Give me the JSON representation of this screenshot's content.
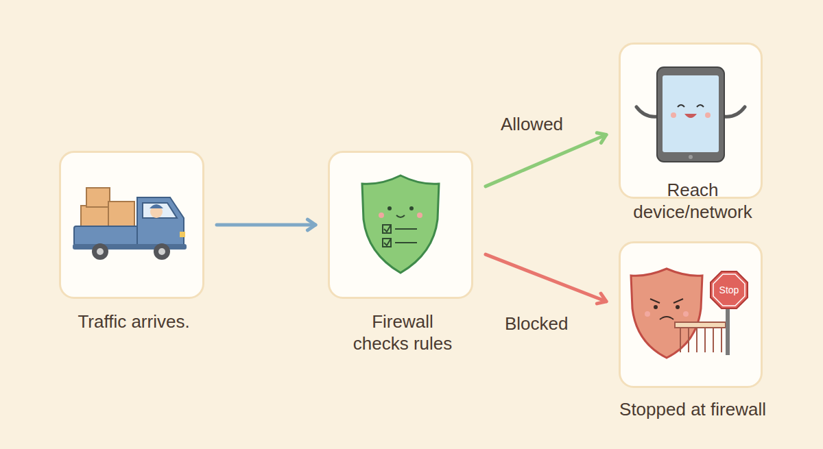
{
  "diagram": {
    "nodes": [
      {
        "text": [
          "Traffic arrives."
        ]
      },
      {
        "text": [
          "Firewall checks rules"
        ]
      },
      {
        "text": [
          "Reach device/network"
        ]
      },
      {
        "text": [
          "Stopped at firewall"
        ]
      }
    ],
    "edges": [
      {
        "from": 0,
        "to": 1,
        "arrow": "to"
      },
      {
        "from": 1,
        "to": 2,
        "label": "Allowed",
        "arrow": "to"
      },
      {
        "from": 1,
        "to": 3,
        "label": "Blocked",
        "arrow": "to"
      }
    ],
    "labels": [
      "Stop"
    ]
  }
}
